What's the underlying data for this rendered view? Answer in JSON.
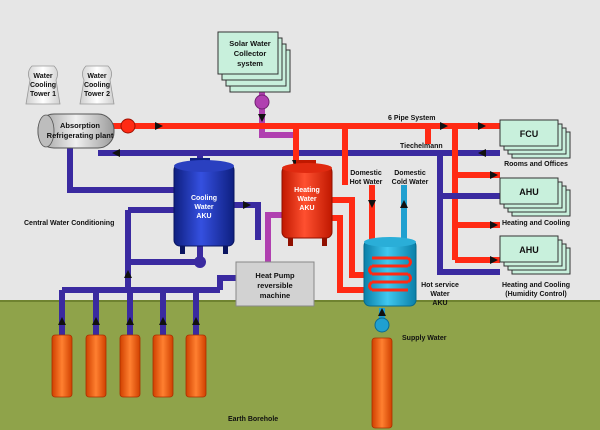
{
  "labels": {
    "solar_line1": "Solar Water",
    "solar_line2": "Collector",
    "solar_line3": "system",
    "tower1_line1": "Water",
    "tower1_line2": "Cooling",
    "tower1_line3": "Tower 1",
    "tower2_line1": "Water",
    "tower2_line2": "Cooling",
    "tower2_line3": "Tower 2",
    "absorption_line1": "Absorption",
    "absorption_line2": "Refrigerating plant",
    "six_pipe": "6 Pipe System",
    "tiechelmann": "Tiechelmann",
    "fcu": "FCU",
    "rooms_offices": "Rooms and Offices",
    "ahu1": "AHU",
    "heating_cooling": "Heating and Cooling",
    "ahu2": "AHU",
    "heating_cooling_humidity_line1": "Heating and Cooling",
    "heating_cooling_humidity_line2": "(Humidity Control)",
    "cooling_akku_line1": "Cooling",
    "cooling_akku_line2": "Water",
    "cooling_akku_line3": "AKU",
    "heating_akku_line1": "Heating",
    "heating_akku_line2": "Water",
    "heating_akku_line3": "AKU",
    "domestic_hot_line1": "Domestic",
    "domestic_hot_line2": "Hot Water",
    "domestic_cold_line1": "Domestic",
    "domestic_cold_line2": "Cold Water",
    "central_water": "Central Water Conditioning",
    "heatpump_line1": "Heat Pump",
    "heatpump_line2": "reversible",
    "heatpump_line3": "machine",
    "hot_service_line1": "Hot service",
    "hot_service_line2": "Water",
    "hot_service_line3": "AKU",
    "supply_water": "Supply Water",
    "earth_borehole": "Earth Borehole"
  },
  "colors": {
    "background": "#e6e6e6",
    "ground": "#8fa34a",
    "hot_pipe": "#ff2a14",
    "cold_pipe": "#3a2aa0",
    "solar_pipe": "#b040b0",
    "domestic_cold_pipe": "#20a0d0",
    "heating_tank": "#ff3010",
    "cooling_tank": "#1a30c0",
    "unit_fill": "#c8f0dc",
    "borehole": "#ff6a1a"
  }
}
